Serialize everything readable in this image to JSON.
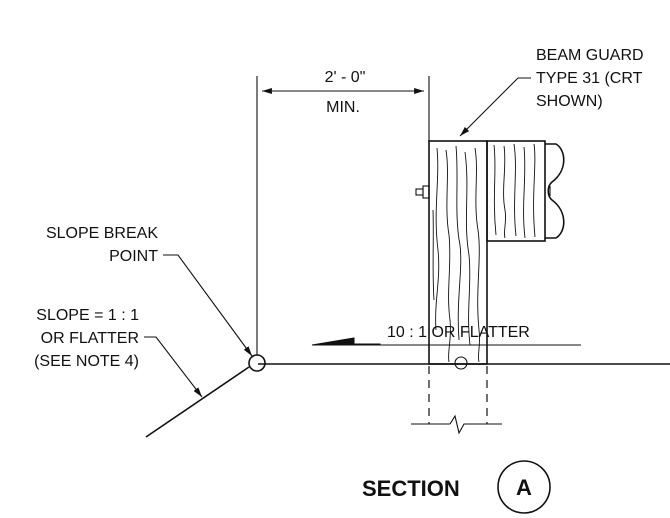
{
  "labels": {
    "beam_guard": [
      "BEAM GUARD",
      "TYPE 31 (CRT",
      "SHOWN)"
    ],
    "dimension_value": "2' - 0\"",
    "dimension_min": "MIN.",
    "slope_break": [
      "SLOPE BREAK",
      "POINT"
    ],
    "slope_note": [
      "SLOPE = 1 : 1",
      "OR FLATTER",
      "(SEE NOTE 4)"
    ],
    "shoulder_slope": "10 : 1 OR FLATTER",
    "section_label": "SECTION",
    "section_id": "A"
  }
}
